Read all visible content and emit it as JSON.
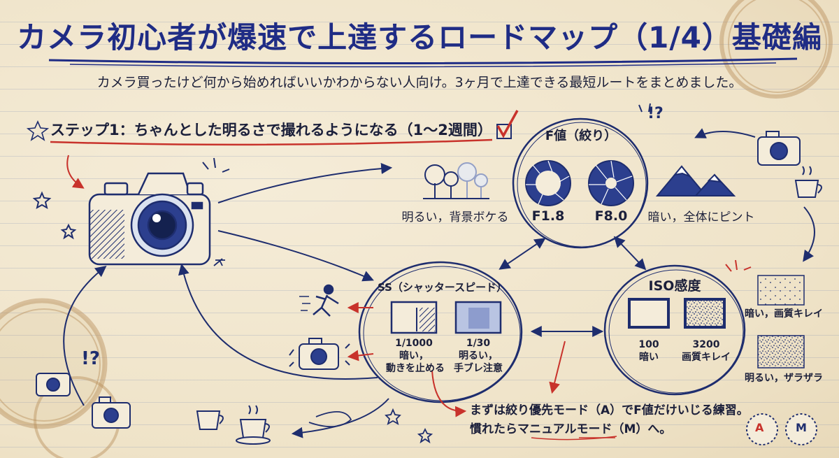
{
  "title": "カメラ初心者が爆速で上達するロードマップ（1/4）基礎編",
  "subtitle": "カメラ買ったけど何から始めればいいかわからない人向け。3ヶ月で上達できる最短ルートをまとめました。",
  "step": "ステップ1：ちゃんとした明るさで撮れるようになる（1〜2週間）",
  "fvalue": {
    "heading": "F値（絞り）",
    "left_value": "F1.8",
    "right_value": "F8.0",
    "left_effect": "明るい，背景ボケる",
    "right_effect": "暗い，全体にピント"
  },
  "ss": {
    "heading": "SS（シャッタースピード）",
    "fast_value": "1/1000",
    "fast_desc_1": "暗い，",
    "fast_desc_2": "動きを止める",
    "slow_value": "1/30",
    "slow_desc_1": "明るい，",
    "slow_desc_2": "手ブレ注意"
  },
  "iso": {
    "heading": "ISO感度",
    "low_value": "100",
    "low_desc": "暗い",
    "high_value": "3200",
    "high_desc": "画質キレイ",
    "clean_label": "暗い，画質キレイ",
    "noisy_label": "明るい，ザラザラ"
  },
  "tip": {
    "line1": "まずは絞り優先モード（A）でF値だけいじる練習。",
    "line2": "慣れたらマニュアルモード（M）へ。"
  },
  "marks": {
    "exclaim_question": "!?",
    "dial_a": "A",
    "dial_m": "M"
  },
  "colors": {
    "ink": "#1e2d6e",
    "title": "#1f2c85",
    "accent_red": "#c8322b",
    "paper": "#f1e6cf"
  }
}
